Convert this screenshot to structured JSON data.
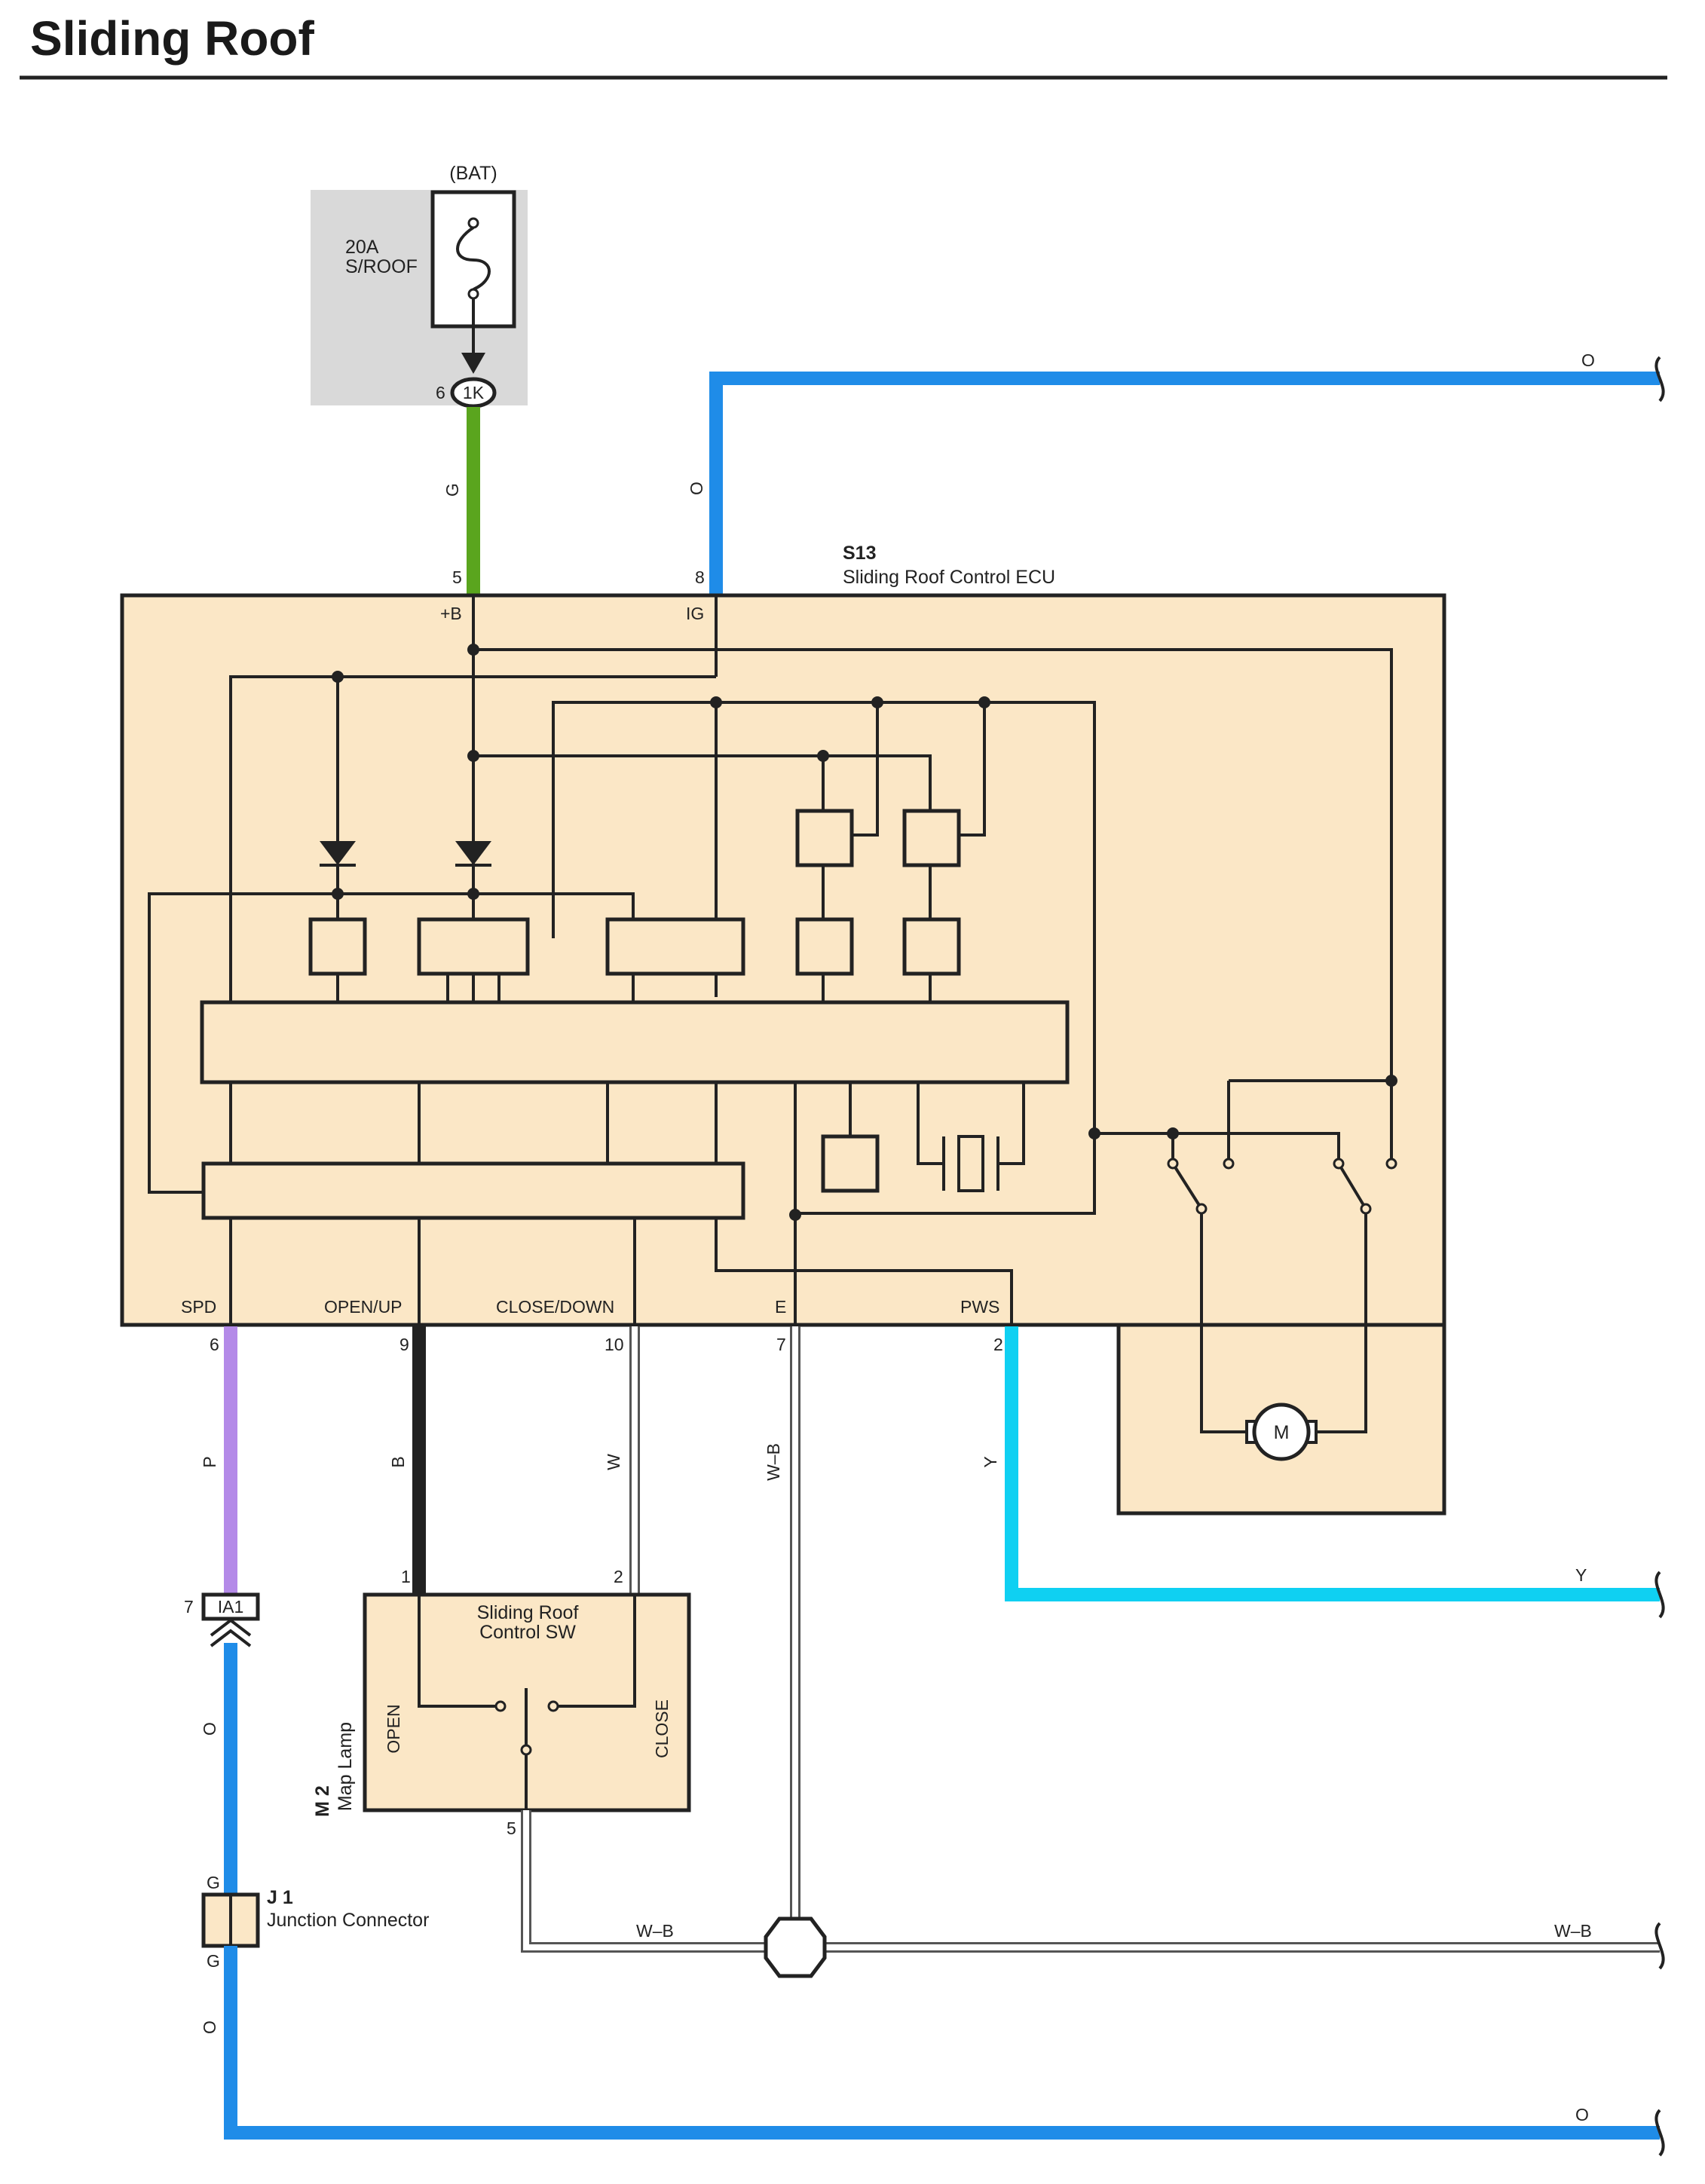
{
  "title": "Sliding Roof",
  "fuse": {
    "source": "(BAT)",
    "rating": "20A",
    "name": "S/ROOF",
    "connector": "1K",
    "pin": "6"
  },
  "ecu": {
    "id": "S13",
    "name": "Sliding Roof Control ECU",
    "top_terminals": [
      {
        "pin": "5",
        "label": "+B",
        "wire": "G"
      },
      {
        "pin": "8",
        "label": "IG",
        "wire": "O"
      }
    ],
    "bottom_terminals": [
      {
        "pin": "6",
        "label": "SPD",
        "wire": "P"
      },
      {
        "pin": "9",
        "label": "OPEN/UP",
        "wire": "B"
      },
      {
        "pin": "10",
        "label": "CLOSE/DOWN",
        "wire": "W"
      },
      {
        "pin": "7",
        "label": "E",
        "wire": "W–B"
      },
      {
        "pin": "2",
        "label": "PWS",
        "wire": "Y"
      }
    ],
    "motor": "M"
  },
  "switch": {
    "id": "M 2",
    "location": "Map Lamp",
    "name_line1": "Sliding Roof",
    "name_line2": "Control SW",
    "open": "OPEN",
    "close": "CLOSE",
    "pin1": "1",
    "pin2": "2",
    "pin5": "5"
  },
  "connector_ia1": {
    "id": "IA1",
    "pin": "7"
  },
  "junction": {
    "id": "J 1",
    "name": "Junction Connector",
    "pin_top": "G",
    "pin_bottom": "G"
  },
  "wire_labels": {
    "ig_out": "O",
    "pws_out": "Y",
    "ground_left": "W–B",
    "ground_right": "W–B",
    "spd_bottom": "O",
    "spd_below_ia1": "O",
    "spd_below_j1": "O"
  },
  "colors": {
    "green": "#5aa51e",
    "blue": "#1f8ce8",
    "cyan": "#0fd0f2",
    "violet": "#b48ae8",
    "black": "#222222",
    "ecu_fill": "#fbe7c6",
    "fuse_panel": "#d9d9d9"
  }
}
